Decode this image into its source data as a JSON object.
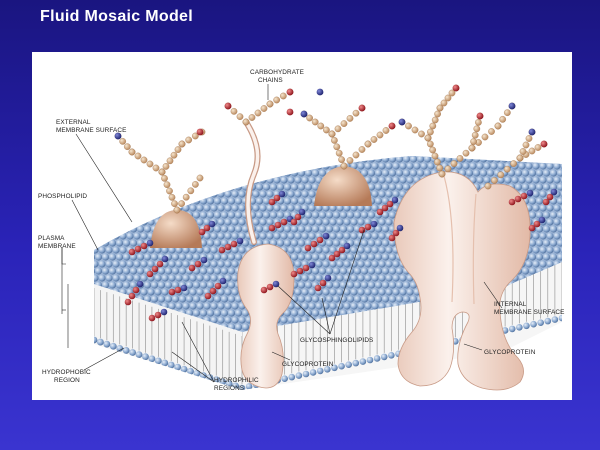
{
  "slide": {
    "title": "Fluid Mosaic Model"
  },
  "diagram": {
    "labels": {
      "carbohydrate_line1": "CARBOHYDRATE",
      "carbohydrate_line2": "CHAINS",
      "external_line1": "EXTERNAL",
      "external_line2": "MEMBRANE SURFACE",
      "phospholipid": "PHOSPHOLIPID",
      "plasma_line1": "PLASMA",
      "plasma_line2": "MEMBRANE",
      "hydrophobic_line1": "HYDROPHOBIC",
      "hydrophobic_line2": "REGION",
      "hydrophilic_line1": "HYDROPHILIC",
      "hydrophilic_line2": "REGIONS",
      "glycoprotein_left": "GLYCOPROTEIN",
      "glycosphingolipids": "GLYCOSPHINGOLIPIDS",
      "internal_line1": "INTERNAL",
      "internal_line2": "MEMBRANE SURFACE",
      "glycoprotein_right": "GLYCOPROTEIN"
    },
    "colors": {
      "head_blue": "#7f9fc8",
      "tail_gray": "#9a9a9a",
      "protein": "#f4e4de",
      "protein_edge": "#c89a86",
      "chain_bead": "#d9b48a",
      "glyco_red": "#b8202a",
      "glyco_blue": "#2a2f8a",
      "dome": "#d9a98a"
    }
  }
}
